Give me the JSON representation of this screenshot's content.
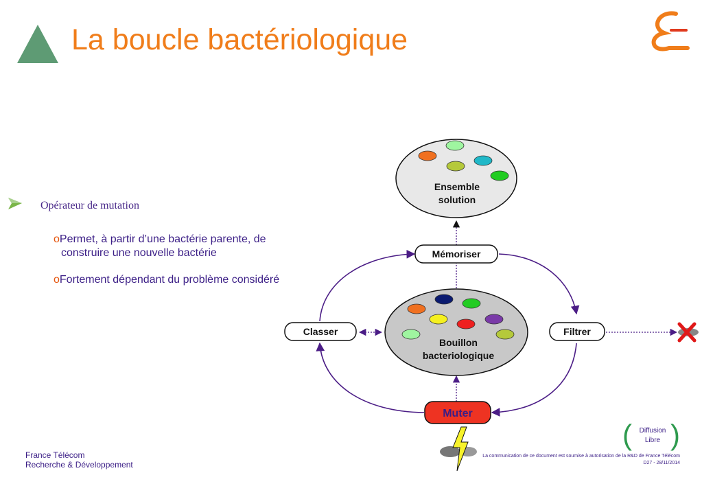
{
  "slide": {
    "title": "La boucle bactériologique",
    "bullet_main": "Opérateur de mutation",
    "sub_marker": "o",
    "sub_items": [
      {
        "line1": "Permet, à partir d’une bactérie parente, de",
        "line2": "construire une nouvelle bactérie"
      },
      {
        "line1": "Fortement dépendant du problème considéré"
      }
    ]
  },
  "diagram": {
    "ensemble": {
      "line1": "Ensemble",
      "line2": "solution"
    },
    "bouillon": {
      "line1": "Bouillon",
      "line2": "bacteriologique"
    },
    "memoriser": "Mémoriser",
    "classer": "Classer",
    "filtrer": "Filtrer",
    "muter": "Muter"
  },
  "badge": {
    "line1": "Diffusion",
    "line2": "Libre"
  },
  "footer": {
    "company_line1": "France Télécom",
    "company_line2": "Recherche & Développement",
    "legal_line1": "La communication de ce document est soumise à autorisation de la R&D de France Télécom",
    "legal_line2": "D27 - 28/11/2014"
  },
  "colors": {
    "title": "#f07d1a",
    "text": "#3b1e86",
    "arrow": "#4b1d86",
    "muter_fill": "#ee3322",
    "triangle": "#5e9b74"
  }
}
